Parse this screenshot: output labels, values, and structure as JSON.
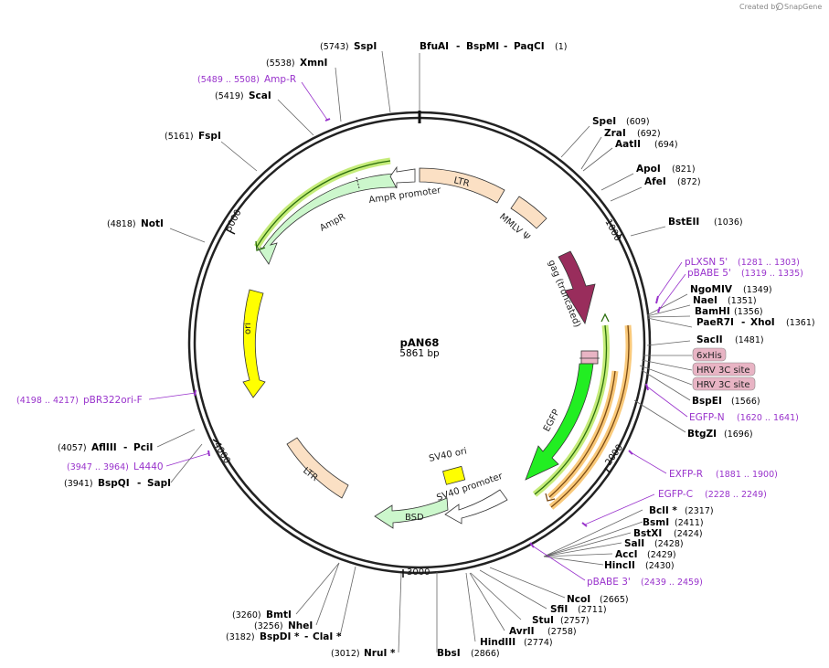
{
  "watermark": {
    "created_by": "Created by",
    "brand": "SnapGene"
  },
  "plasmid": {
    "name": "pAN68",
    "size": "5861 bp"
  },
  "ticks": [
    "1000",
    "2000",
    "3000",
    "4000",
    "5000"
  ],
  "features": {
    "ltr_top": "LTR",
    "mmlv": "MMLV Ψ",
    "gag": "gag (truncated)",
    "egfp": "EGFP",
    "ampr": "AmpR",
    "ampr_promoter": "AmpR promoter",
    "ori": "ori",
    "ltr_bottom": "LTR",
    "sv40_ori": "SV40 ori",
    "sv40_promoter": "SV40 promoter",
    "bsd": "BSD",
    "tag_6xhis": "6xHis",
    "tag_hrv1": "HRV 3C site",
    "tag_hrv2": "HRV 3C site"
  },
  "sites": {
    "sspi": {
      "name": "SspI",
      "pos": "(5743)"
    },
    "bfuai": {
      "name": "BfuAI",
      "sep1": "-",
      "name2": "BspMI",
      "sep2": "-",
      "name3": "PaqCI",
      "pos": "(1)"
    },
    "xmni": {
      "name": "XmnI",
      "pos": "(5538)"
    },
    "scai": {
      "name": "ScaI",
      "pos": "(5419)"
    },
    "fspi": {
      "name": "FspI",
      "pos": "(5161)"
    },
    "noti": {
      "name": "NotI",
      "pos": "(4818)"
    },
    "speI": {
      "name": "SpeI",
      "pos": "(609)"
    },
    "zrai": {
      "name": "ZraI",
      "pos": "(692)"
    },
    "aatii": {
      "name": "AatII",
      "pos": "(694)"
    },
    "apoi": {
      "name": "ApoI",
      "pos": "(821)"
    },
    "afei": {
      "name": "AfeI",
      "pos": "(872)"
    },
    "bsteii": {
      "name": "BstEII",
      "pos": "(1036)"
    },
    "ngomiv": {
      "name": "NgoMIV",
      "pos": "(1349)"
    },
    "naei": {
      "name": "NaeI",
      "pos": "(1351)"
    },
    "bamhi": {
      "name": "BamHI",
      "pos": "(1356)"
    },
    "paer7i": {
      "name": "PaeR7I",
      "sep": "-",
      "name2": "XhoI",
      "pos": "(1361)"
    },
    "sacii": {
      "name": "SacII",
      "pos": "(1481)"
    },
    "bspei": {
      "name": "BspEI",
      "pos": "(1566)"
    },
    "btgzi": {
      "name": "BtgZI",
      "pos": "(1696)"
    },
    "bcli": {
      "name": "BclI *",
      "pos": "(2317)"
    },
    "bsmi": {
      "name": "BsmI",
      "pos": "(2411)"
    },
    "bstxi": {
      "name": "BstXI",
      "pos": "(2424)"
    },
    "sali": {
      "name": "SalI",
      "pos": "(2428)"
    },
    "acci": {
      "name": "AccI",
      "pos": "(2429)"
    },
    "hincii": {
      "name": "HincII",
      "pos": "(2430)"
    },
    "ncoi": {
      "name": "NcoI",
      "pos": "(2665)"
    },
    "sfii": {
      "name": "SfiI",
      "pos": "(2711)"
    },
    "stui": {
      "name": "StuI",
      "pos": "(2757)"
    },
    "avrii": {
      "name": "AvrII",
      "pos": "(2758)"
    },
    "hindiii": {
      "name": "HindIII",
      "pos": "(2774)"
    },
    "bbsi": {
      "name": "BbsI",
      "pos": "(2866)"
    },
    "nrui": {
      "name": "NruI *",
      "pos": "(3012)"
    },
    "bspdi": {
      "name": "BspDI *",
      "sep": "-",
      "name2": "ClaI *",
      "pos": "(3182)"
    },
    "nhei": {
      "name": "NheI",
      "pos": "(3256)"
    },
    "bmti": {
      "name": "BmtI",
      "pos": "(3260)"
    },
    "bspqi": {
      "name": "BspQI",
      "sep": "-",
      "name2": "SapI",
      "pos": "(3941)"
    },
    "afliii": {
      "name": "AflIII",
      "sep": "-",
      "name2": "PciI",
      "pos": "(4057)"
    }
  },
  "primers": {
    "ampr": {
      "name": "Amp-R",
      "pos": "(5489 .. 5508)"
    },
    "plxsn5": {
      "name": "pLXSN 5'",
      "pos": "(1281 .. 1303)"
    },
    "pbabe5": {
      "name": "pBABE 5'",
      "pos": "(1319 .. 1335)"
    },
    "egfpn": {
      "name": "EGFP-N",
      "pos": "(1620 .. 1641)"
    },
    "exfpr": {
      "name": "EXFP-R",
      "pos": "(1881 .. 1900)"
    },
    "egfpc": {
      "name": "EGFP-C",
      "pos": "(2228 .. 2249)"
    },
    "pbabe3": {
      "name": "pBABE 3'",
      "pos": "(2439 .. 2459)"
    },
    "pbr322": {
      "name": "pBR322ori-F",
      "pos": "(4198 .. 4217)"
    },
    "l4440": {
      "name": "L4440",
      "pos": "(3947 .. 3964)"
    }
  },
  "colors": {
    "backbone": "#222222",
    "ltr": "#fbe0c4",
    "gag": "#992d5c",
    "egfp": "#22ee22",
    "ampr": "#ccf7cc",
    "ori": "#ffff00",
    "primer": "#9933cc",
    "tag": "#e8b4c4",
    "highlight_green": "#c5ec7a",
    "highlight_orange": "#f9c97a",
    "primer_green_line": "#2c6e0d",
    "primer_brown_line": "#7a4a14"
  }
}
